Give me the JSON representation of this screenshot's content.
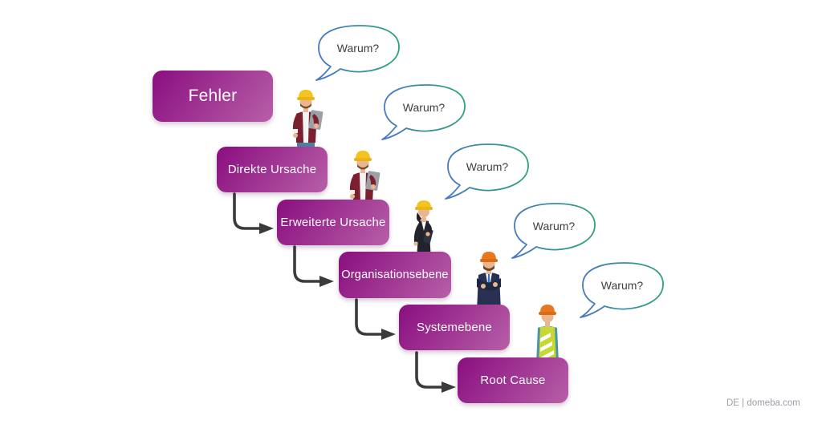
{
  "page": {
    "footer_text": "DE | domeba.com"
  },
  "colors": {
    "box_gradient_start": "#8a0e80",
    "box_gradient_end": "#b75fa7",
    "box_text": "#ffffff",
    "bubble_fill": "#ffffff",
    "bubble_border_start": "#4a77c4",
    "bubble_border_end": "#2ba27a",
    "bubble_text": "#3c4043",
    "arrow": "#3b3b3b",
    "footer": "#9aa0a6"
  },
  "diagram": {
    "boxes": [
      {
        "id": "fehler",
        "label": "Fehler"
      },
      {
        "id": "direkte-ursache",
        "label": "Direkte Ursache"
      },
      {
        "id": "erweiterte-ursache",
        "label": "Erweiterte Ursache"
      },
      {
        "id": "organisationsebene",
        "label": "Organisationsebene"
      },
      {
        "id": "systemebene",
        "label": "Systemebene"
      },
      {
        "id": "root-cause",
        "label": "Root Cause"
      }
    ],
    "speech_bubbles": [
      {
        "label": "Warum?"
      },
      {
        "label": "Warum?"
      },
      {
        "label": "Warum?"
      },
      {
        "label": "Warum?"
      },
      {
        "label": "Warum?"
      }
    ],
    "workers": [
      {
        "type": "construction-worker-clipboard"
      },
      {
        "type": "construction-worker-clipboard"
      },
      {
        "type": "businesswoman-hardhat"
      },
      {
        "type": "businessman-hardhat-arms-crossed"
      },
      {
        "type": "worker-hivis-vest"
      }
    ],
    "arrow_count": 4
  }
}
